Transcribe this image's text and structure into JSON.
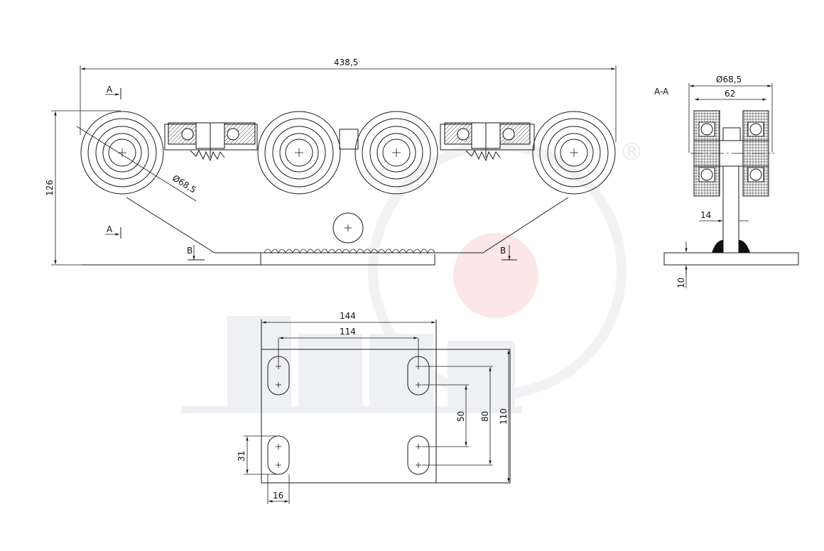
{
  "dimensions": {
    "overall_length": "438,5",
    "height": "126",
    "wheel_diameter": "Ø68,5",
    "section_wheel_diameter": "Ø68,5",
    "section_width": "62",
    "stem_width": "14",
    "plate_thickness": "10",
    "plate_width": "144",
    "hole_spacing_x": "114",
    "plate_depth": "110",
    "hole_spacing_y_outer": "80",
    "slot_length": "50",
    "slot_height": "31",
    "slot_width": "16"
  },
  "labels": {
    "section_top": "A",
    "section_bottom": "A",
    "section_title": "A-A",
    "detail_left": "B",
    "detail_right": "B",
    "registered_mark": "®"
  },
  "colors": {
    "line": "#1a1a1a",
    "watermark": "#eef0f3",
    "watermark_accent": "#fbe7e5"
  }
}
